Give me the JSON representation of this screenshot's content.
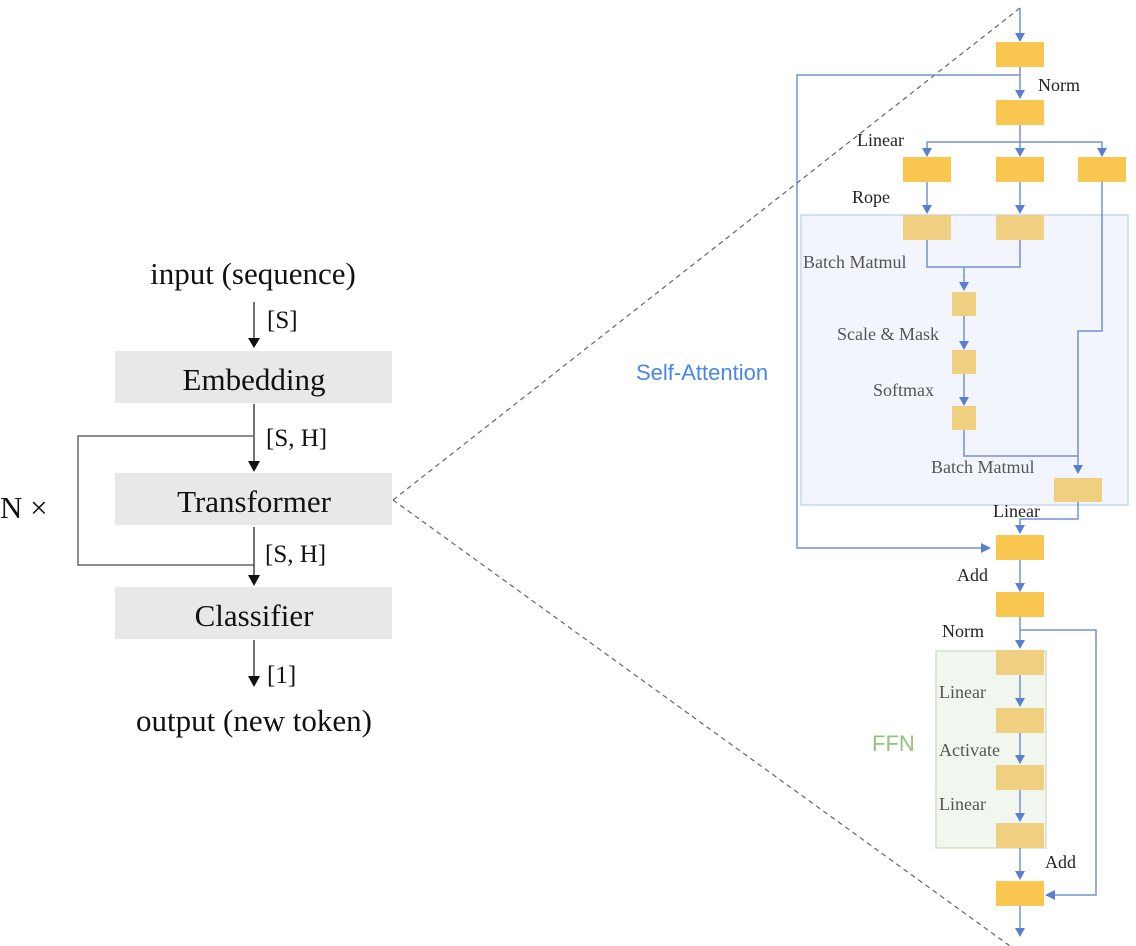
{
  "left": {
    "input_label": "input (sequence)",
    "shape_input": "[S]",
    "embedding_label": "Embedding",
    "shape_embed": "[S, H]",
    "transformer_label": "Transformer",
    "repeat_label": "N ×",
    "shape_trans": "[S, H]",
    "classifier_label": "Classifier",
    "shape_out": "[1]",
    "output_label": "output (new token)"
  },
  "right": {
    "norm1": "Norm",
    "linear_qkv": "Linear",
    "rope": "Rope",
    "batch_matmul1": "Batch Matmul",
    "scale_mask": "Scale & Mask",
    "softmax": "Softmax",
    "batch_matmul2": "Batch Matmul",
    "linear_out": "Linear",
    "add1": "Add",
    "norm2": "Norm",
    "ffn_linear1": "Linear",
    "activate": "Activate",
    "ffn_linear2": "Linear",
    "add2": "Add",
    "self_attention_label": "Self-Attention",
    "ffn_label": "FFN"
  },
  "colors": {
    "block_gray": "#e8e8e8",
    "node_yellow": "#f9c74f",
    "node_light": "#f0d080",
    "arrow_blue": "#5b7fcf",
    "attention_blue": "#4a86e8",
    "ffn_green": "#93c47d"
  }
}
